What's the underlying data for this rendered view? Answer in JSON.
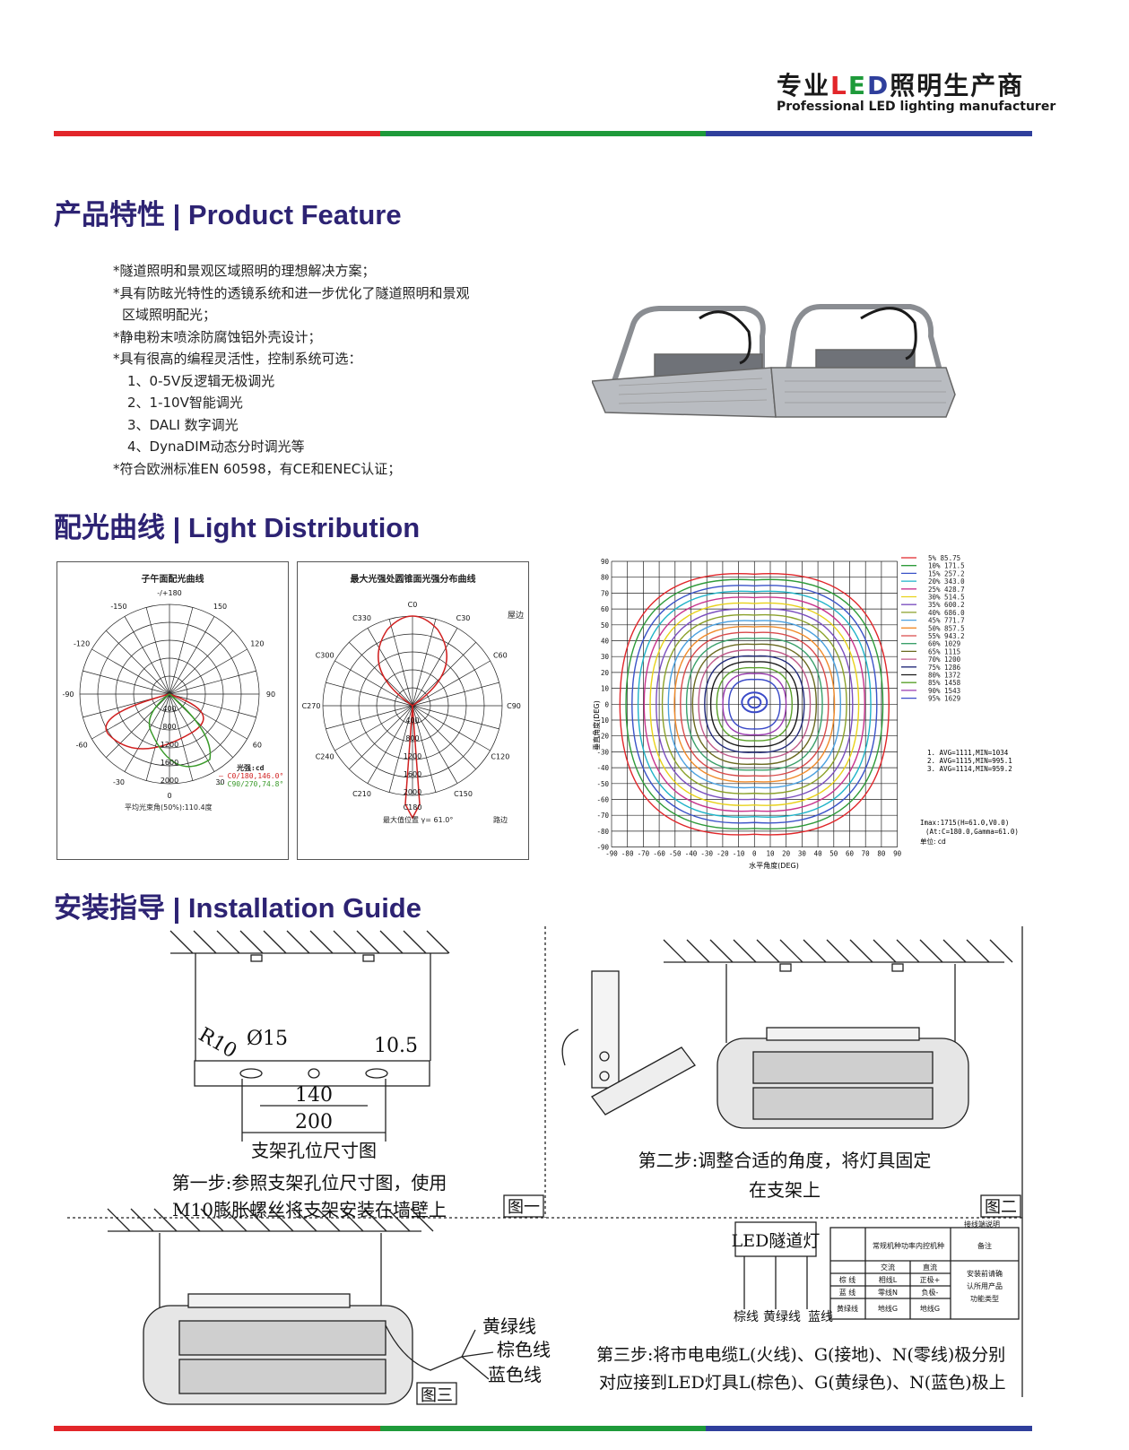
{
  "header": {
    "brand_cn_prefix": "专业",
    "brand_cn_L": "L",
    "brand_cn_E": "E",
    "brand_cn_D": "D",
    "brand_cn_suffix": "照明生产商",
    "brand_en": "Professional LED lighting manufacturer"
  },
  "colors": {
    "red": "#e2262a",
    "green": "#1e9a3a",
    "blue": "#2f3f9c",
    "title": "#2d2373"
  },
  "sections": {
    "feature": "产品特性 | Product Feature",
    "distribution": "配光曲线 | Light Distribution",
    "installation": "安装指导 | Installation Guide"
  },
  "features": [
    "*隧道照明和景观区域照明的理想解决方案；",
    "*具有防眩光特性的透镜系统和进一步优化了隧道照明和景观",
    "  区域照明配光；",
    "*静电粉末喷涂防腐蚀铝外壳设计；",
    "*具有很高的编程灵活性，控制系统可选：",
    "   1、0-5V反逻辑无极调光",
    "   2、1-10V智能调光",
    "   3、DALI 数字调光",
    "   4、DynaDIM动态分时调光等",
    "*符合欧洲标准EN 60598，有CE和ENEC认证；"
  ],
  "polar1": {
    "title": "子午面配光曲线",
    "angle_labels": [
      "-/+180",
      "-150",
      "150",
      "-120",
      "120",
      "-90",
      "90",
      "-60",
      "60",
      "-30",
      "30",
      "0"
    ],
    "radial_labels": [
      "400",
      "800",
      "1200",
      "1600",
      "2000"
    ],
    "unit": "光强:cd",
    "legend": [
      "C0/180,146.0°",
      "C90/270,74.8°"
    ],
    "footer": "平均光束角(50%):110.4度"
  },
  "polar2": {
    "title": "最大光强处圆锥面光强分布曲线",
    "corner": "屋边",
    "angle_labels": [
      "C180",
      "C150",
      "C210",
      "C120",
      "C240",
      "C90",
      "C270",
      "C60",
      "C300",
      "C30",
      "C330",
      "C0"
    ],
    "radial_labels": [
      "400",
      "800",
      "1200",
      "1600",
      "2000"
    ],
    "footer": "最大值位置 γ= 61.0°",
    "footer_right": "路边"
  },
  "iso": {
    "y_label": "垂直角度(DEG)",
    "x_label": "水平角度(DEG)",
    "ticks": [
      "-90",
      "-80",
      "-70",
      "-60",
      "-50",
      "-40",
      "-30",
      "-20",
      "-10",
      "0",
      "10",
      "20",
      "30",
      "40",
      "50",
      "60",
      "70",
      "80",
      "90"
    ],
    "legend": [
      {
        "pct": "5%",
        "val": "85.75",
        "color": "#e0262a"
      },
      {
        "pct": "10%",
        "val": "171.5",
        "color": "#2e9b3a"
      },
      {
        "pct": "15%",
        "val": "257.2",
        "color": "#3a52c8"
      },
      {
        "pct": "20%",
        "val": "343.0",
        "color": "#1fb3c8"
      },
      {
        "pct": "25%",
        "val": "428.7",
        "color": "#c8338c"
      },
      {
        "pct": "30%",
        "val": "514.5",
        "color": "#e8d21a"
      },
      {
        "pct": "35%",
        "val": "600.2",
        "color": "#7b4fbf"
      },
      {
        "pct": "40%",
        "val": "686.0",
        "color": "#8aa12a"
      },
      {
        "pct": "45%",
        "val": "771.7",
        "color": "#4aa0e0"
      },
      {
        "pct": "50%",
        "val": "857.5",
        "color": "#f08a2a"
      },
      {
        "pct": "55%",
        "val": "943.2",
        "color": "#d94a4a"
      },
      {
        "pct": "60%",
        "val": "1029",
        "color": "#3aa06a"
      },
      {
        "pct": "65%",
        "val": "1115",
        "color": "#6a6a20"
      },
      {
        "pct": "70%",
        "val": "1200",
        "color": "#c05a8a"
      },
      {
        "pct": "75%",
        "val": "1286",
        "color": "#222a7a"
      },
      {
        "pct": "80%",
        "val": "1372",
        "color": "#1a1a1a"
      },
      {
        "pct": "85%",
        "val": "1458",
        "color": "#5aa02a"
      },
      {
        "pct": "90%",
        "val": "1543",
        "color": "#9a3ab0"
      },
      {
        "pct": "95%",
        "val": "1629",
        "color": "#3a4ac8"
      }
    ],
    "avg": [
      "1. AVG=1111,MIN=1034",
      "2. AVG=1115,MIN=995.1",
      "3. AVG=1114,MIN=959.2"
    ],
    "imax": [
      "Imax:1715(H=61.0,V0.0)",
      "(At:C=180.0,Gamma=61.0)",
      "单位: cd"
    ]
  },
  "install": {
    "dim_r": "R10",
    "dim_d": "Ø15",
    "dim_10": "10.5",
    "dim_140": "140",
    "dim_200": "200",
    "caption_holes": "支架孔位尺寸图",
    "step1_a": "第一步:参照支架孔位尺寸图，使用",
    "step1_b": "M10膨胀螺丝将支架安装在墙壁上",
    "fig1": "图一",
    "step2_a": "第二步:调整合适的角度，将灯具固定",
    "step2_b": "在支架上",
    "fig2": "图二",
    "wire_yg": "黄绿线",
    "wire_brown": "棕色线",
    "wire_blue": "蓝色线",
    "fig3": "图三",
    "led_box": "LED隧道灯",
    "lbl_brown": "棕线",
    "lbl_yg": "黄绿线",
    "lbl_blue": "蓝线",
    "table_caption": "接线端说明",
    "table": {
      "h1": "常规机种功率内控机种",
      "h2": "备注",
      "ac": "交流",
      "dc": "直流",
      "r1": [
        "棕 线",
        "相线L",
        "正极+"
      ],
      "r2": [
        "蓝 线",
        "零线N",
        "负极-"
      ],
      "r3": [
        "黄绿线",
        "地线G",
        "地线G"
      ],
      "note": [
        "安装前请确",
        "认所用产品",
        "功能类型"
      ]
    },
    "step3_a": "第三步:将市电电缆L(火线)、G(接地)、N(零线)极分别",
    "step3_b": "对应接到LED灯具L(棕色)、G(黄绿色)、N(蓝色)极上"
  }
}
